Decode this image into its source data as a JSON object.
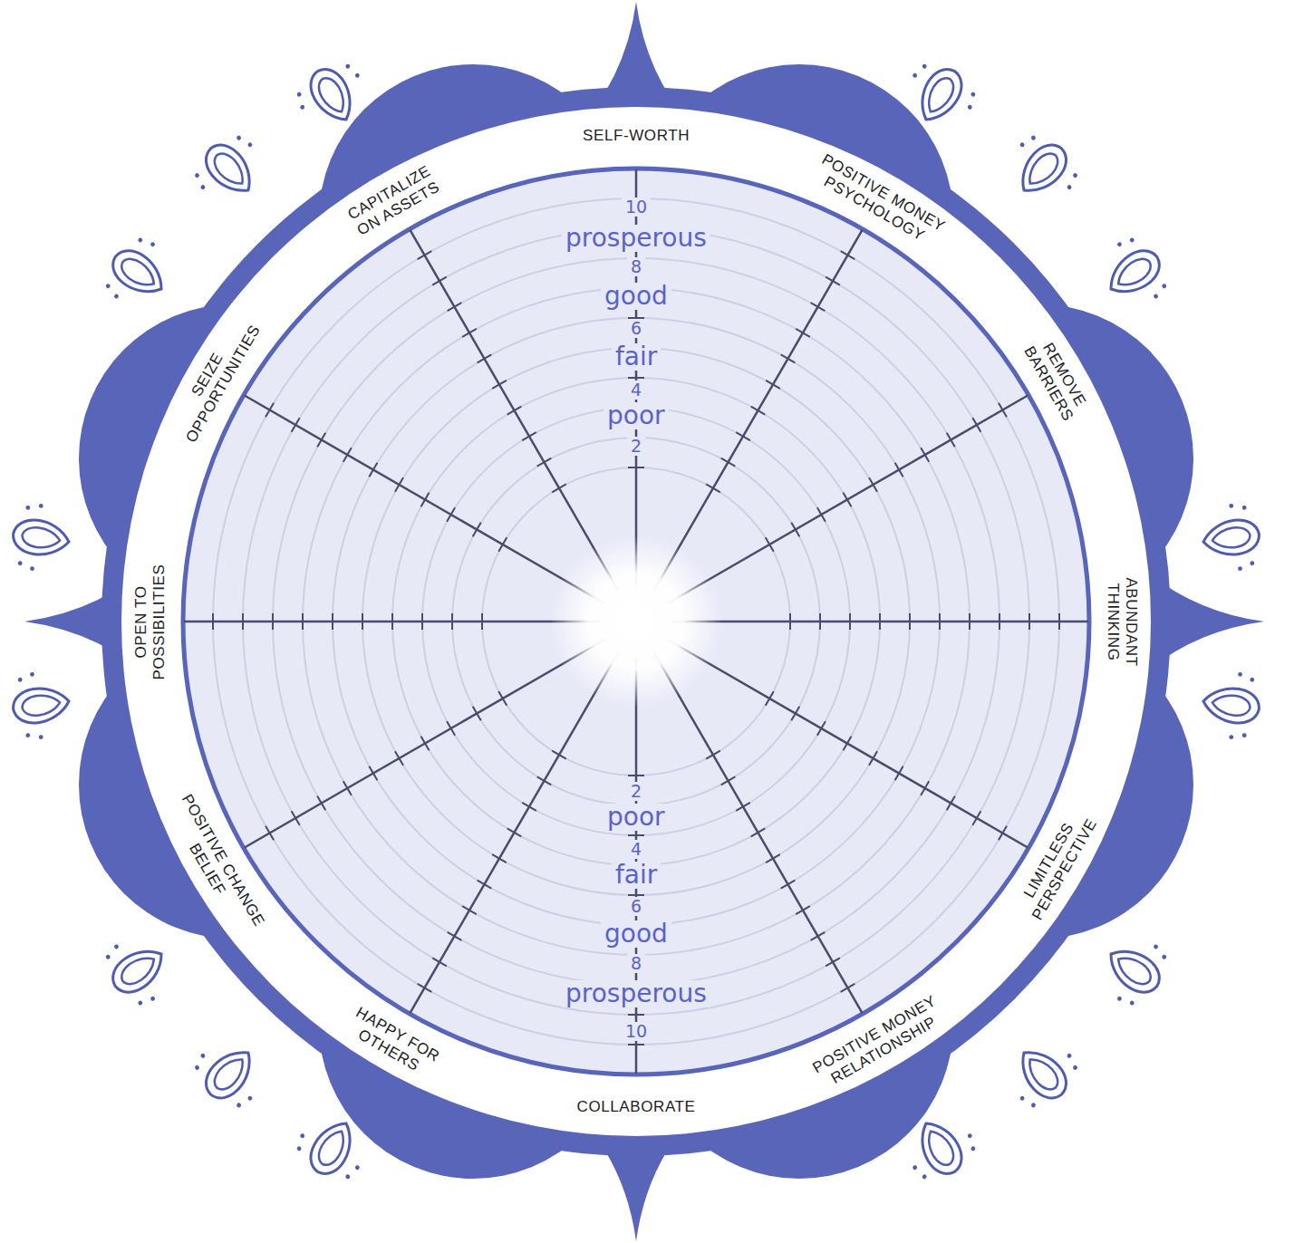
{
  "diagram": {
    "labels": [
      "SELF-WORTH",
      "POSITIVE MONEY PSYCHOLOGY",
      "REMOVE BARRIERS",
      "ABUNDANT THINKING",
      "LIMITLESS PERSPECTIVE",
      "POSITIVE MONEY RELATIONSHIP",
      "COLLABORATE",
      "HAPPY FOR OTHERS",
      "POSITIVE CHANGE BELIEF",
      "OPEN TO POSSIBILITIES",
      "SEIZE OPPORTUNITIES",
      "CAPITALIZE ON ASSETS",
      "10",
      "prosperous",
      "8",
      "good",
      "6",
      "fair",
      "4",
      "poor",
      "2",
      "2",
      "poor",
      "4",
      "fair",
      "6",
      "good",
      "8",
      "prosperous",
      "10"
    ]
  }
}
